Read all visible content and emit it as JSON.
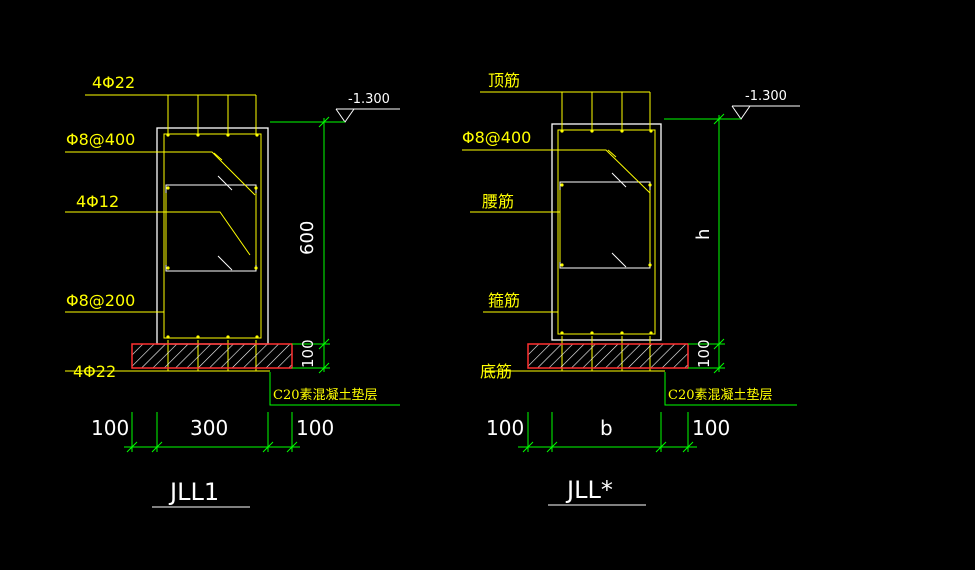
{
  "colors": {
    "background": "#000000",
    "annotation": "#ffff00",
    "section_outline": "#ffffff",
    "dimension": "#00ff00",
    "cushion_border": "#ff3030",
    "rebar": "#ffff00"
  },
  "left": {
    "label_top_bars": "4Φ22",
    "label_stirrup_top": "Φ8@400",
    "label_waist_bars": "4Φ12",
    "label_stirrup_main": "Φ8@200",
    "label_bottom_bars": "4Φ22",
    "elevation": "-1.300",
    "height_dim": "600",
    "cushion_dim": "100",
    "cushion_label": "C20素混凝土垫层",
    "width_left": "100",
    "width_mid": "300",
    "width_right": "100",
    "title": "JLL1"
  },
  "right": {
    "label_top_bars": "顶筋",
    "label_stirrup_top": "Φ8@400",
    "label_waist_bars": "腰筋",
    "label_stirrup_main": "箍筋",
    "label_bottom_bars": "底筋",
    "elevation": "-1.300",
    "height_dim": "h",
    "cushion_dim": "100",
    "cushion_label": "C20素混凝土垫层",
    "width_left": "100",
    "width_mid": "b",
    "width_right": "100",
    "title": "JLL*"
  }
}
